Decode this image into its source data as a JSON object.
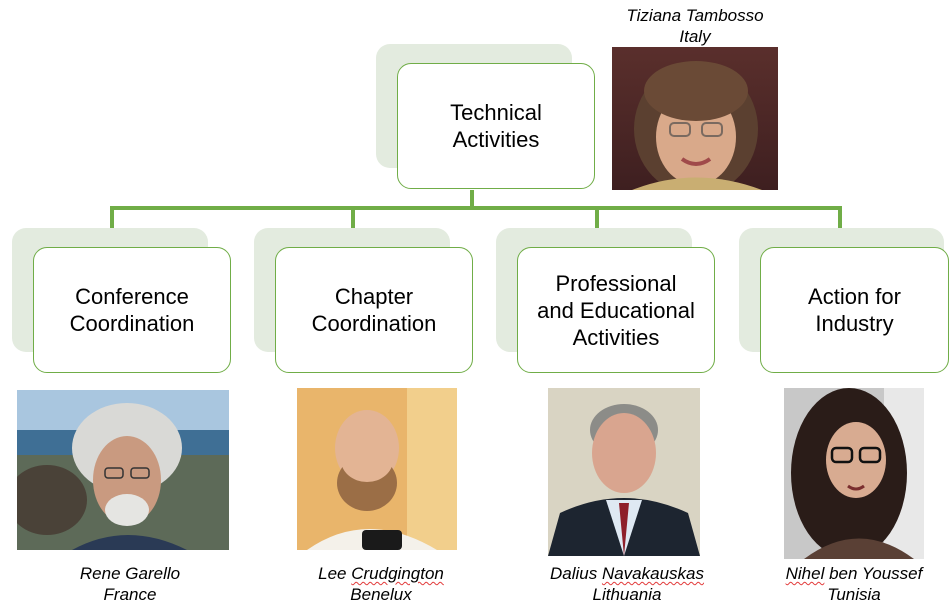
{
  "root": {
    "label": "Technical\nActivities"
  },
  "leader": {
    "name": "Tiziana Tambosso",
    "country": "Italy"
  },
  "branches": [
    {
      "label": "Conference\nCoordination",
      "name": "Rene Garello",
      "country": "France"
    },
    {
      "label": "Chapter\nCoordination",
      "name_first": "Lee",
      "name_last": "Crudgington",
      "country": "Benelux"
    },
    {
      "label": "Professional\nand Educational\nActivities",
      "name_first": "Dalius",
      "name_last": "Navakauskas",
      "country": "Lithuania"
    },
    {
      "label": "Action for\nIndustry",
      "name_first": "Nihel",
      "name_last": "ben Youssef",
      "country": "Tunisia"
    }
  ],
  "colors": {
    "accent": "#70ad47",
    "shadow": "#e3ebdf"
  }
}
